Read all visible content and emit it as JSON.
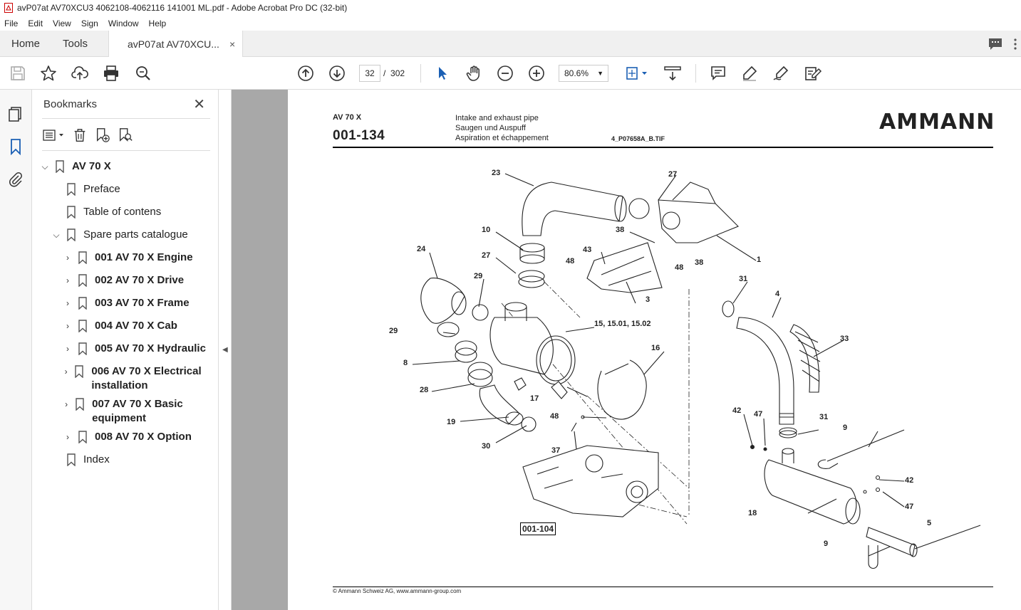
{
  "window": {
    "title": "avP07at AV70XCU3 4062108-4062116 141001 ML.pdf - Adobe Acrobat Pro DC (32-bit)"
  },
  "menu": [
    "File",
    "Edit",
    "View",
    "Sign",
    "Window",
    "Help"
  ],
  "tabs": {
    "home": "Home",
    "tools": "Tools",
    "document": "avP07at AV70XCU...",
    "close": "×"
  },
  "toolbar": {
    "page_current": "32",
    "page_separator": "/",
    "page_total": "302",
    "zoom": "80.6%"
  },
  "bookmarks": {
    "title": "Bookmarks",
    "close": "✕",
    "items": [
      {
        "label": "AV 70 X",
        "level": 0,
        "expanded": true,
        "bold": true
      },
      {
        "label": "Preface",
        "level": 1
      },
      {
        "label": "Table of contens",
        "level": 1
      },
      {
        "label": "Spare parts catalogue",
        "level": 1,
        "expanded": true
      },
      {
        "label": "001 AV 70 X Engine",
        "level": 2,
        "bold": true
      },
      {
        "label": "002 AV 70 X Drive",
        "level": 2,
        "bold": true
      },
      {
        "label": "003 AV 70 X Frame",
        "level": 2,
        "bold": true
      },
      {
        "label": "004 AV 70 X Cab",
        "level": 2,
        "bold": true
      },
      {
        "label": "005 AV 70 X Hydraulic",
        "level": 2,
        "bold": true
      },
      {
        "label": "006 AV 70 X Electrical installation",
        "level": 2,
        "bold": true
      },
      {
        "label": "007 AV 70 X Basic equipment",
        "level": 2,
        "bold": true
      },
      {
        "label": "008 AV 70 X Option",
        "level": 2,
        "bold": true
      },
      {
        "label": "Index",
        "level": 1
      }
    ]
  },
  "document": {
    "model": "AV 70 X",
    "section": "001-134",
    "description": [
      "Intake and exhaust pipe",
      "Saugen und Auspuff",
      "Aspiration et échappement"
    ],
    "file_ref": "4_P07658A_B.TIF",
    "brand": "AMMANN",
    "copyright": "© Ammann Schweiz AG, www.ammann-group.com",
    "reference_box": "001-104",
    "callouts": [
      "23",
      "27",
      "10",
      "38",
      "1",
      "27",
      "43",
      "48",
      "48",
      "38",
      "24",
      "29",
      "3",
      "31",
      "4",
      "29",
      "15, 15.01, 15.02",
      "33",
      "8",
      "16",
      "28",
      "17",
      "19",
      "48",
      "30",
      "37",
      "42",
      "47",
      "31",
      "9",
      "42",
      "47",
      "18",
      "5",
      "9"
    ]
  }
}
